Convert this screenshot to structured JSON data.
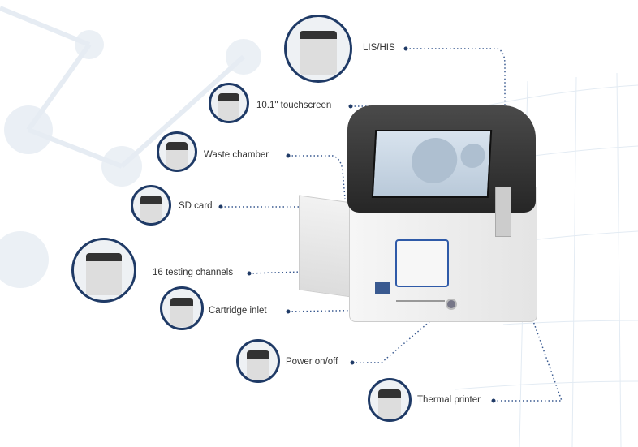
{
  "colors": {
    "accent": "#1f3a66",
    "connector": "#3a5a90"
  },
  "callouts": [
    {
      "label": "LIS/HIS",
      "icon": "lis-his-port-icon"
    },
    {
      "label": "10.1\" touchscreen",
      "icon": "touchscreen-icon"
    },
    {
      "label": "Waste chamber",
      "icon": "waste-chamber-icon"
    },
    {
      "label": "SD card",
      "icon": "sd-card-icon"
    },
    {
      "label": "16 testing channels",
      "icon": "testing-channels-icon"
    },
    {
      "label": "Cartridge inlet",
      "icon": "cartridge-inlet-icon"
    },
    {
      "label": "Power on/off",
      "icon": "power-icon"
    },
    {
      "label": "Thermal printer",
      "icon": "printer-icon"
    }
  ]
}
